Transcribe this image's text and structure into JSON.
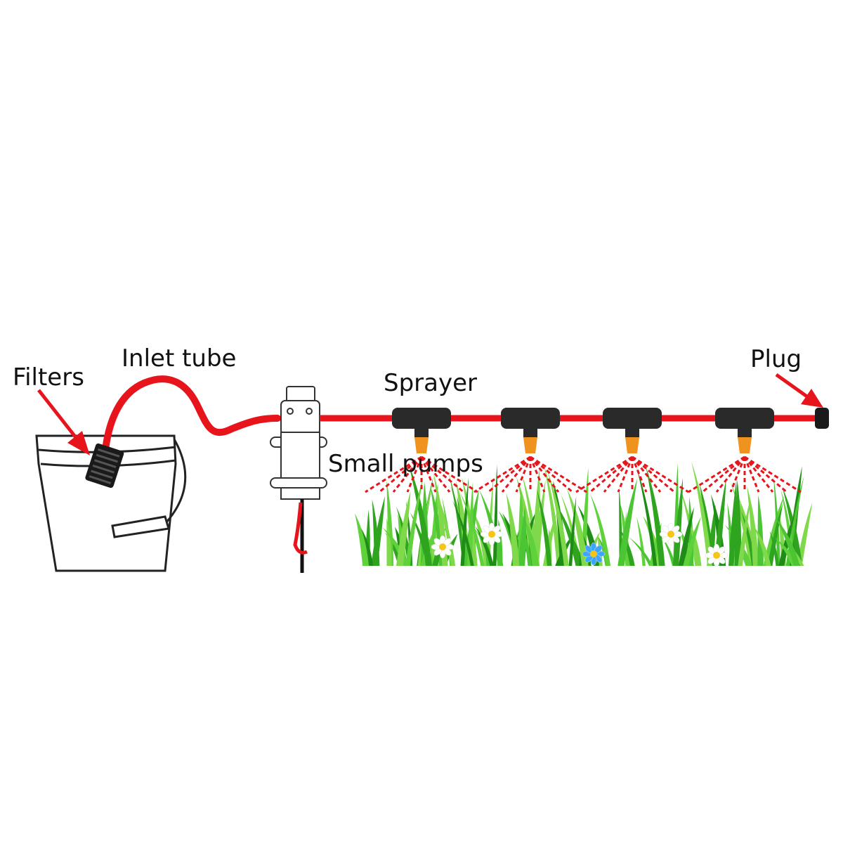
{
  "labels": {
    "filters": "Filters",
    "inlet_tube": "Inlet tube",
    "sprayer": "Sprayer",
    "small_pumps": "Small pumps",
    "plug": "Plug"
  },
  "colors": {
    "tube": "#e8141c",
    "fitting": "#2a2a2a",
    "nozzle": "#f0921e",
    "grass": "#3cbf2a",
    "outline": "#222222"
  },
  "sprayers": [
    {
      "name": "sprayer-1"
    },
    {
      "name": "sprayer-2"
    },
    {
      "name": "sprayer-3"
    },
    {
      "name": "sprayer-4"
    }
  ]
}
